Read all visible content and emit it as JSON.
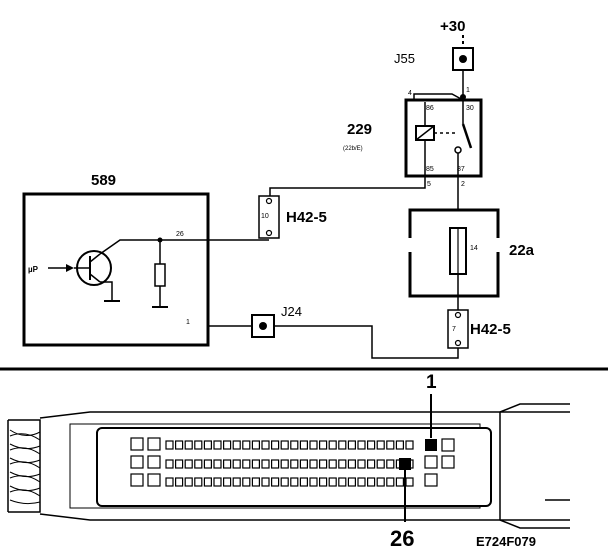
{
  "labels": {
    "supply": "+30",
    "connector_j55": "J55",
    "relay_id": "229",
    "relay_sub": "(22b/E)",
    "ecu_id": "589",
    "harness_h42_upper": "H42-5",
    "harness_h42_lower": "H42-5",
    "fuse_box_id": "22a",
    "ground_j24": "J24",
    "input_mu_p": "µP",
    "figure_code": "E724F079",
    "callout_pin1": "1",
    "callout_pin26": "26"
  },
  "pins": {
    "j55_pin": "1",
    "relay_pin4": "4",
    "relay_pin86": "86",
    "relay_pin30": "30",
    "relay_pin85": "85",
    "relay_pin87": "87",
    "relay_out5": "5",
    "relay_out2": "2",
    "h42_upper_pin": "10",
    "h42_lower_pin": "7",
    "fuse_value": "14",
    "ecu_pin26": "26",
    "ecu_pin1": "1"
  }
}
